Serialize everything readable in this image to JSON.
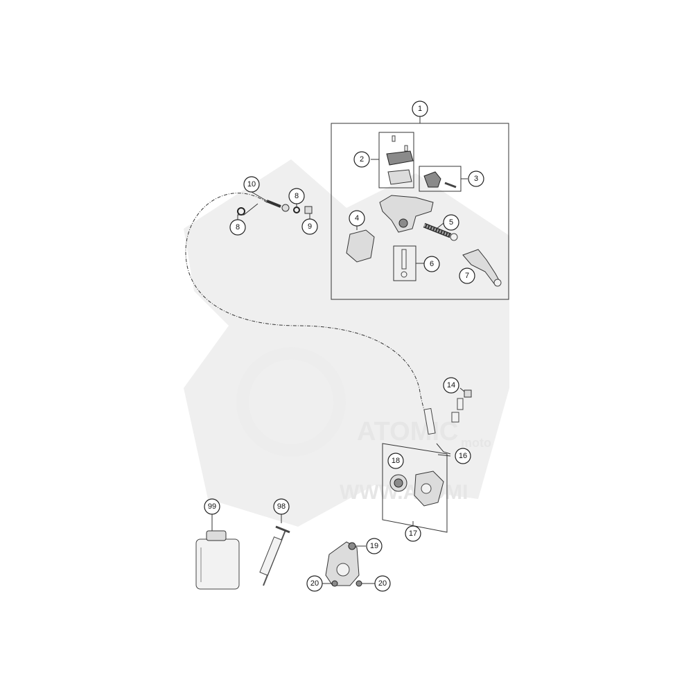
{
  "watermark": {
    "brand": "ATOMIC",
    "sub": "moto",
    "url": "WWW.ATOMI"
  },
  "callouts": [
    {
      "id": "c1",
      "label": "1"
    },
    {
      "id": "c2",
      "label": "2"
    },
    {
      "id": "c3",
      "label": "3"
    },
    {
      "id": "c4",
      "label": "4"
    },
    {
      "id": "c5",
      "label": "5"
    },
    {
      "id": "c6",
      "label": "6"
    },
    {
      "id": "c7",
      "label": "7"
    },
    {
      "id": "c8a",
      "label": "8"
    },
    {
      "id": "c8b",
      "label": "8"
    },
    {
      "id": "c9",
      "label": "9"
    },
    {
      "id": "c10",
      "label": "10"
    },
    {
      "id": "c14",
      "label": "14"
    },
    {
      "id": "c16",
      "label": "16"
    },
    {
      "id": "c17",
      "label": "17"
    },
    {
      "id": "c18",
      "label": "18"
    },
    {
      "id": "c19",
      "label": "19"
    },
    {
      "id": "c20a",
      "label": "20"
    },
    {
      "id": "c20b",
      "label": "20"
    },
    {
      "id": "c98",
      "label": "98"
    },
    {
      "id": "c99",
      "label": "99"
    }
  ]
}
